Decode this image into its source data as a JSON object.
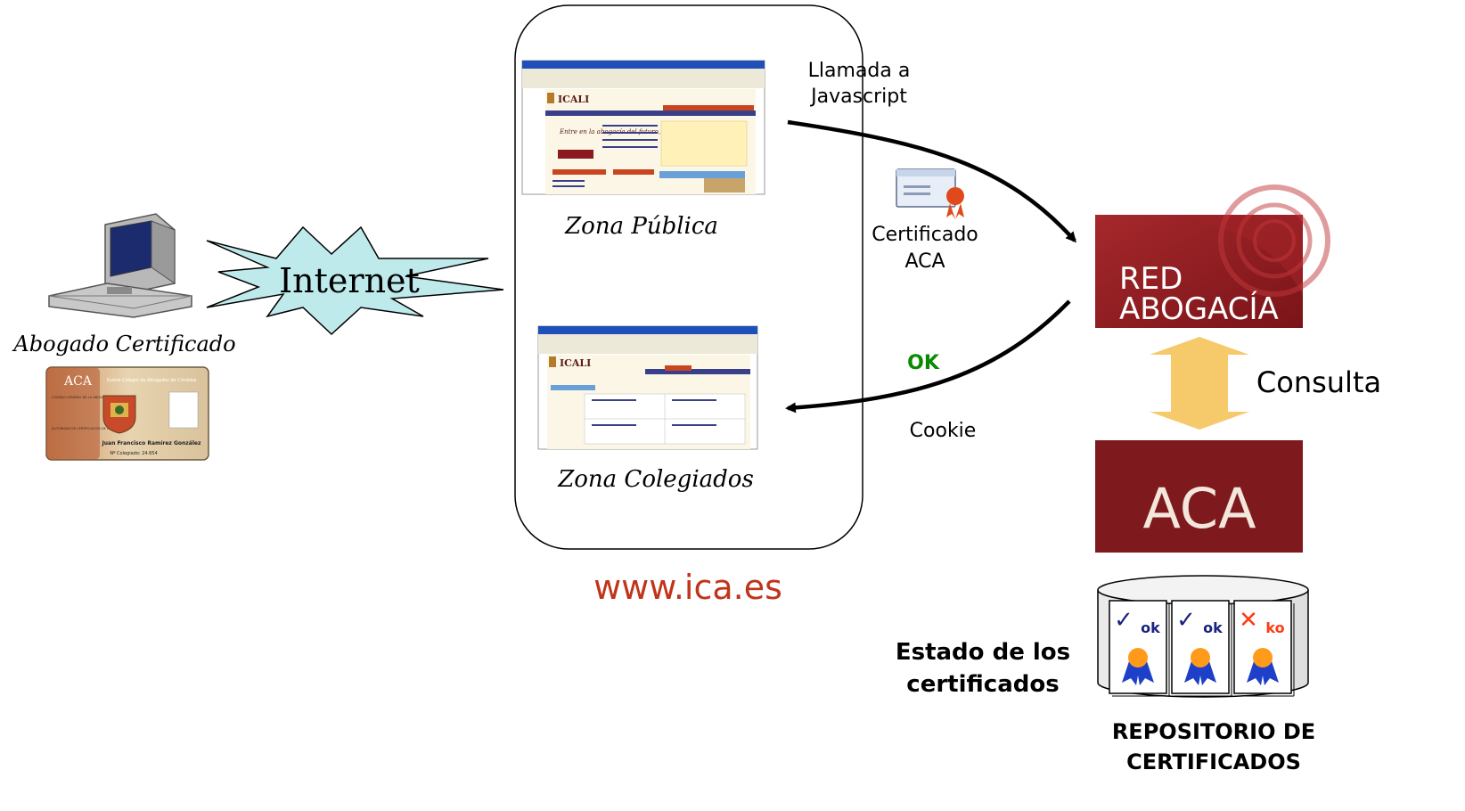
{
  "client": {
    "label": "Abogado Certificado",
    "card_logo": "ACA",
    "card_header": "Ilustre Colegio de Abogados de Córdoba",
    "card_org_1": "CONSEJO GENERAL DE LA ABOGACÍA ESPAÑOLA",
    "card_org_2": "AUTORIDAD DE CERTIFICACIÓN DE LA ABOGACÍA",
    "card_name": "Juan Francisco Ramírez González",
    "card_number": "Nº Colegiado: 24.654"
  },
  "internet": {
    "label": "Internet"
  },
  "site": {
    "url": "www.ica.es",
    "public_zone": "Zona Pública",
    "members_zone": "Zona Colegiados",
    "screenshot_brand": "ICALI",
    "screenshot_tagline": "Entre en la abogacía del futuro, hoy."
  },
  "flow": {
    "js_call_line1": "Llamada a",
    "js_call_line2": "Javascript",
    "cert_line1": "Certificado",
    "cert_line2": "ACA",
    "ok": "OK",
    "cookie": "Cookie",
    "query": "Consulta"
  },
  "red_abogacia": {
    "line1": "RED",
    "line2": "ABOGACÍA"
  },
  "aca": {
    "logo": "ACA"
  },
  "repository": {
    "status_line1": "Estado de los",
    "status_line2": "certificados",
    "title_line1": "REPOSITORIO DE",
    "title_line2": "CERTIFICADOS",
    "cards": [
      {
        "mark": "✓",
        "status": "ok"
      },
      {
        "mark": "✓",
        "status": "ok"
      },
      {
        "mark": "✕",
        "status": "ko"
      }
    ]
  },
  "colors": {
    "url": "#c0341a",
    "ok": "#0a8a00",
    "brand_red": "#8b1a1e",
    "consult_arrow": "#f5c35a",
    "internet_fill": "#bfeaec"
  }
}
